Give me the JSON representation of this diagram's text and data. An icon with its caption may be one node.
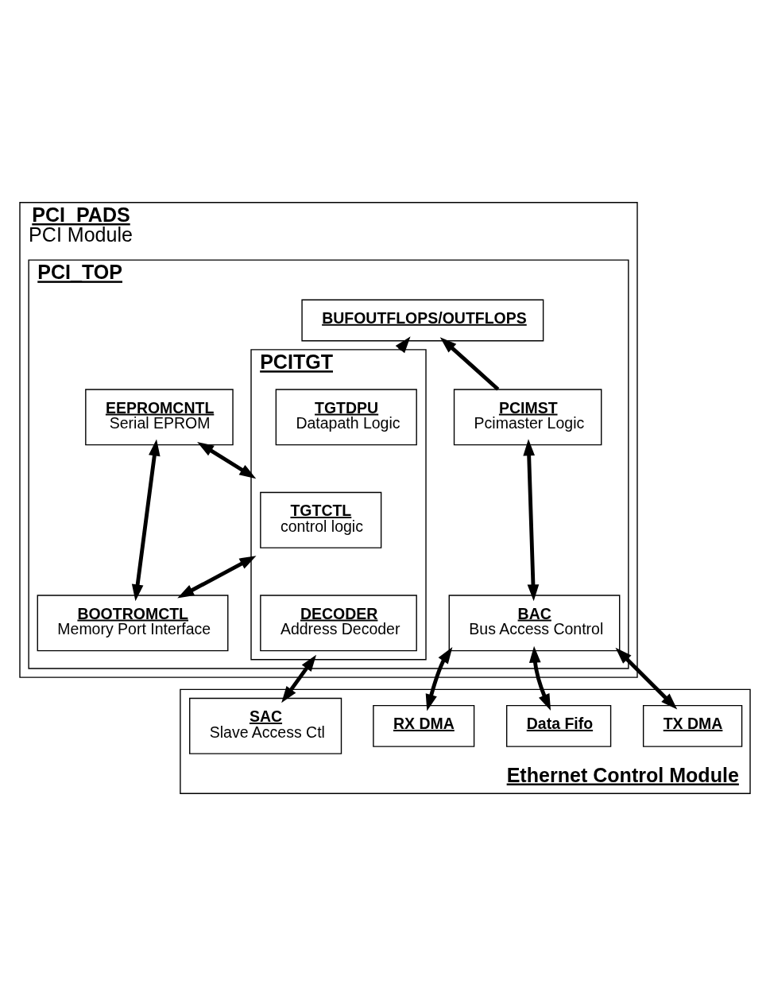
{
  "diagram": {
    "nodes": [
      {
        "text": [
          "PCI_PADS",
          "PCI Module"
        ]
      },
      {
        "text": [
          "PCI_TOP"
        ],
        "in": 0
      },
      {
        "text": [
          "BUFOUTFLOPS/OUTFLOPS"
        ],
        "in": 1
      },
      {
        "text": [
          "PCIMST",
          "Pcimaster Logic"
        ],
        "in": 1
      },
      {
        "text": [
          "PCITGT"
        ],
        "in": 1
      },
      {
        "text": [
          "TGTDPU",
          "Datapath Logic"
        ],
        "in": 4
      },
      {
        "text": [
          "TGTCTL",
          "control logic"
        ],
        "in": 4
      },
      {
        "text": [
          "DECODER",
          "Address Decoder"
        ],
        "in": 4
      },
      {
        "text": [
          "EEPROMCNTL",
          "Serial EPROM"
        ],
        "in": 1
      },
      {
        "text": [
          "BAC",
          "Bus Access Control"
        ],
        "in": 1
      },
      {
        "text": [
          "BOOTROMCTL",
          "Memory Port Interface"
        ],
        "in": 1
      },
      {
        "text": [
          "Ethernet Control Module"
        ]
      },
      {
        "text": [
          "RX DMA"
        ],
        "in": 11
      },
      {
        "text": [
          "Data Fifo"
        ],
        "in": 11
      },
      {
        "text": [
          "TX DMA"
        ],
        "in": 11
      },
      {
        "text": [
          "SAC",
          "Slave Access Ctl"
        ],
        "in": 11
      }
    ],
    "edges": [
      {
        "from": 3,
        "to": 2,
        "arrow": "to"
      },
      {
        "from": 4,
        "to": 2,
        "arrow": "to"
      },
      {
        "from": 3,
        "to": 9,
        "arrow": "both"
      },
      {
        "from": 8,
        "to": 10,
        "arrow": "both"
      },
      {
        "from": 8,
        "to": 4,
        "arrow": "both"
      },
      {
        "from": 10,
        "to": 4,
        "arrow": "both"
      },
      {
        "from": 9,
        "to": 12,
        "arrow": "both"
      },
      {
        "from": 9,
        "to": 13,
        "arrow": "both"
      },
      {
        "from": 9,
        "to": 14,
        "arrow": "both"
      },
      {
        "from": 4,
        "to": 15,
        "arrow": "both"
      }
    ]
  }
}
